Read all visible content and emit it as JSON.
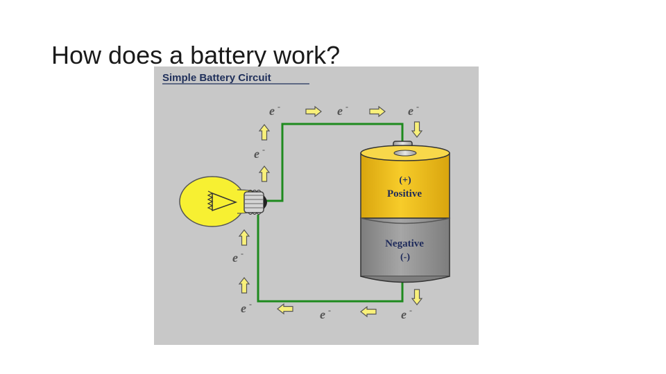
{
  "slide": {
    "title": "How does a battery work?"
  },
  "diagram": {
    "title": "Simple Battery Circuit",
    "electron_label": "e",
    "electron_superscript": "-",
    "battery": {
      "positive_sign": "(+)",
      "positive_label": "Positive",
      "negative_label": "Negative",
      "negative_sign": "(-)"
    },
    "colors": {
      "background": "#c8c8c8",
      "wire": "#1e8a1e",
      "bulb": "#f7f032",
      "battery_positive": "#f2c21a",
      "battery_negative": "#9a9a9a",
      "arrow": "#f8f07a"
    },
    "icons": [
      "arrow-right-icon",
      "arrow-up-icon",
      "arrow-down-icon",
      "arrow-left-icon",
      "light-bulb-icon",
      "battery-icon"
    ]
  }
}
